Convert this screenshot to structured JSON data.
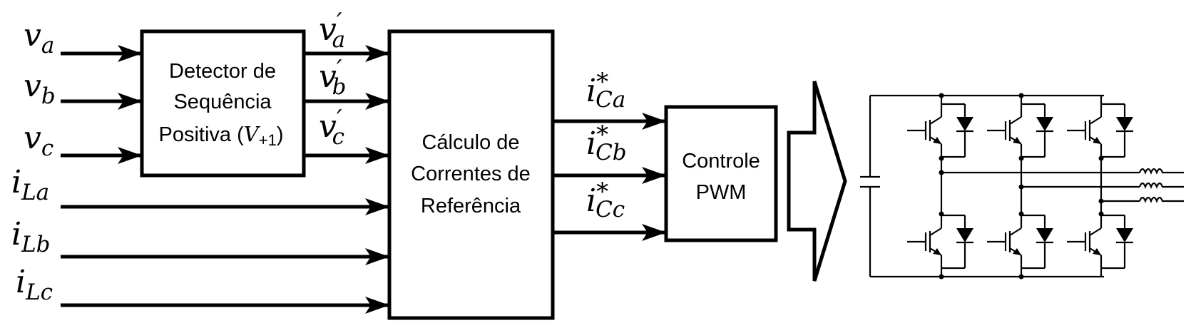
{
  "inputs": [
    {
      "main": "v",
      "sub": "a"
    },
    {
      "main": "v",
      "sub": "b"
    },
    {
      "main": "v",
      "sub": "c"
    },
    {
      "main": "i",
      "sub": "La"
    },
    {
      "main": "i",
      "sub": "Lb"
    },
    {
      "main": "i",
      "sub": "Lc"
    }
  ],
  "detector": {
    "line1": "Detector de",
    "line2": "Sequência",
    "line3_prefix": "Positiva (",
    "line3_var": "V",
    "line3_sub": "+1",
    "line3_suffix": ")"
  },
  "detector_outputs": [
    {
      "main": "v",
      "sub": "a",
      "sup": "′"
    },
    {
      "main": "v",
      "sub": "b",
      "sup": "′"
    },
    {
      "main": "v",
      "sub": "c",
      "sup": "′"
    }
  ],
  "reference_block": {
    "line1": "Cálculo de",
    "line2": "Correntes de",
    "line3": "Referência"
  },
  "reference_outputs": [
    {
      "main": "i",
      "sub": "Ca",
      "sup": "*"
    },
    {
      "main": "i",
      "sub": "Cb",
      "sup": "*"
    },
    {
      "main": "i",
      "sub": "Cc",
      "sup": "*"
    }
  ],
  "pwm_block": {
    "line1": "Controle",
    "line2": "PWM"
  }
}
